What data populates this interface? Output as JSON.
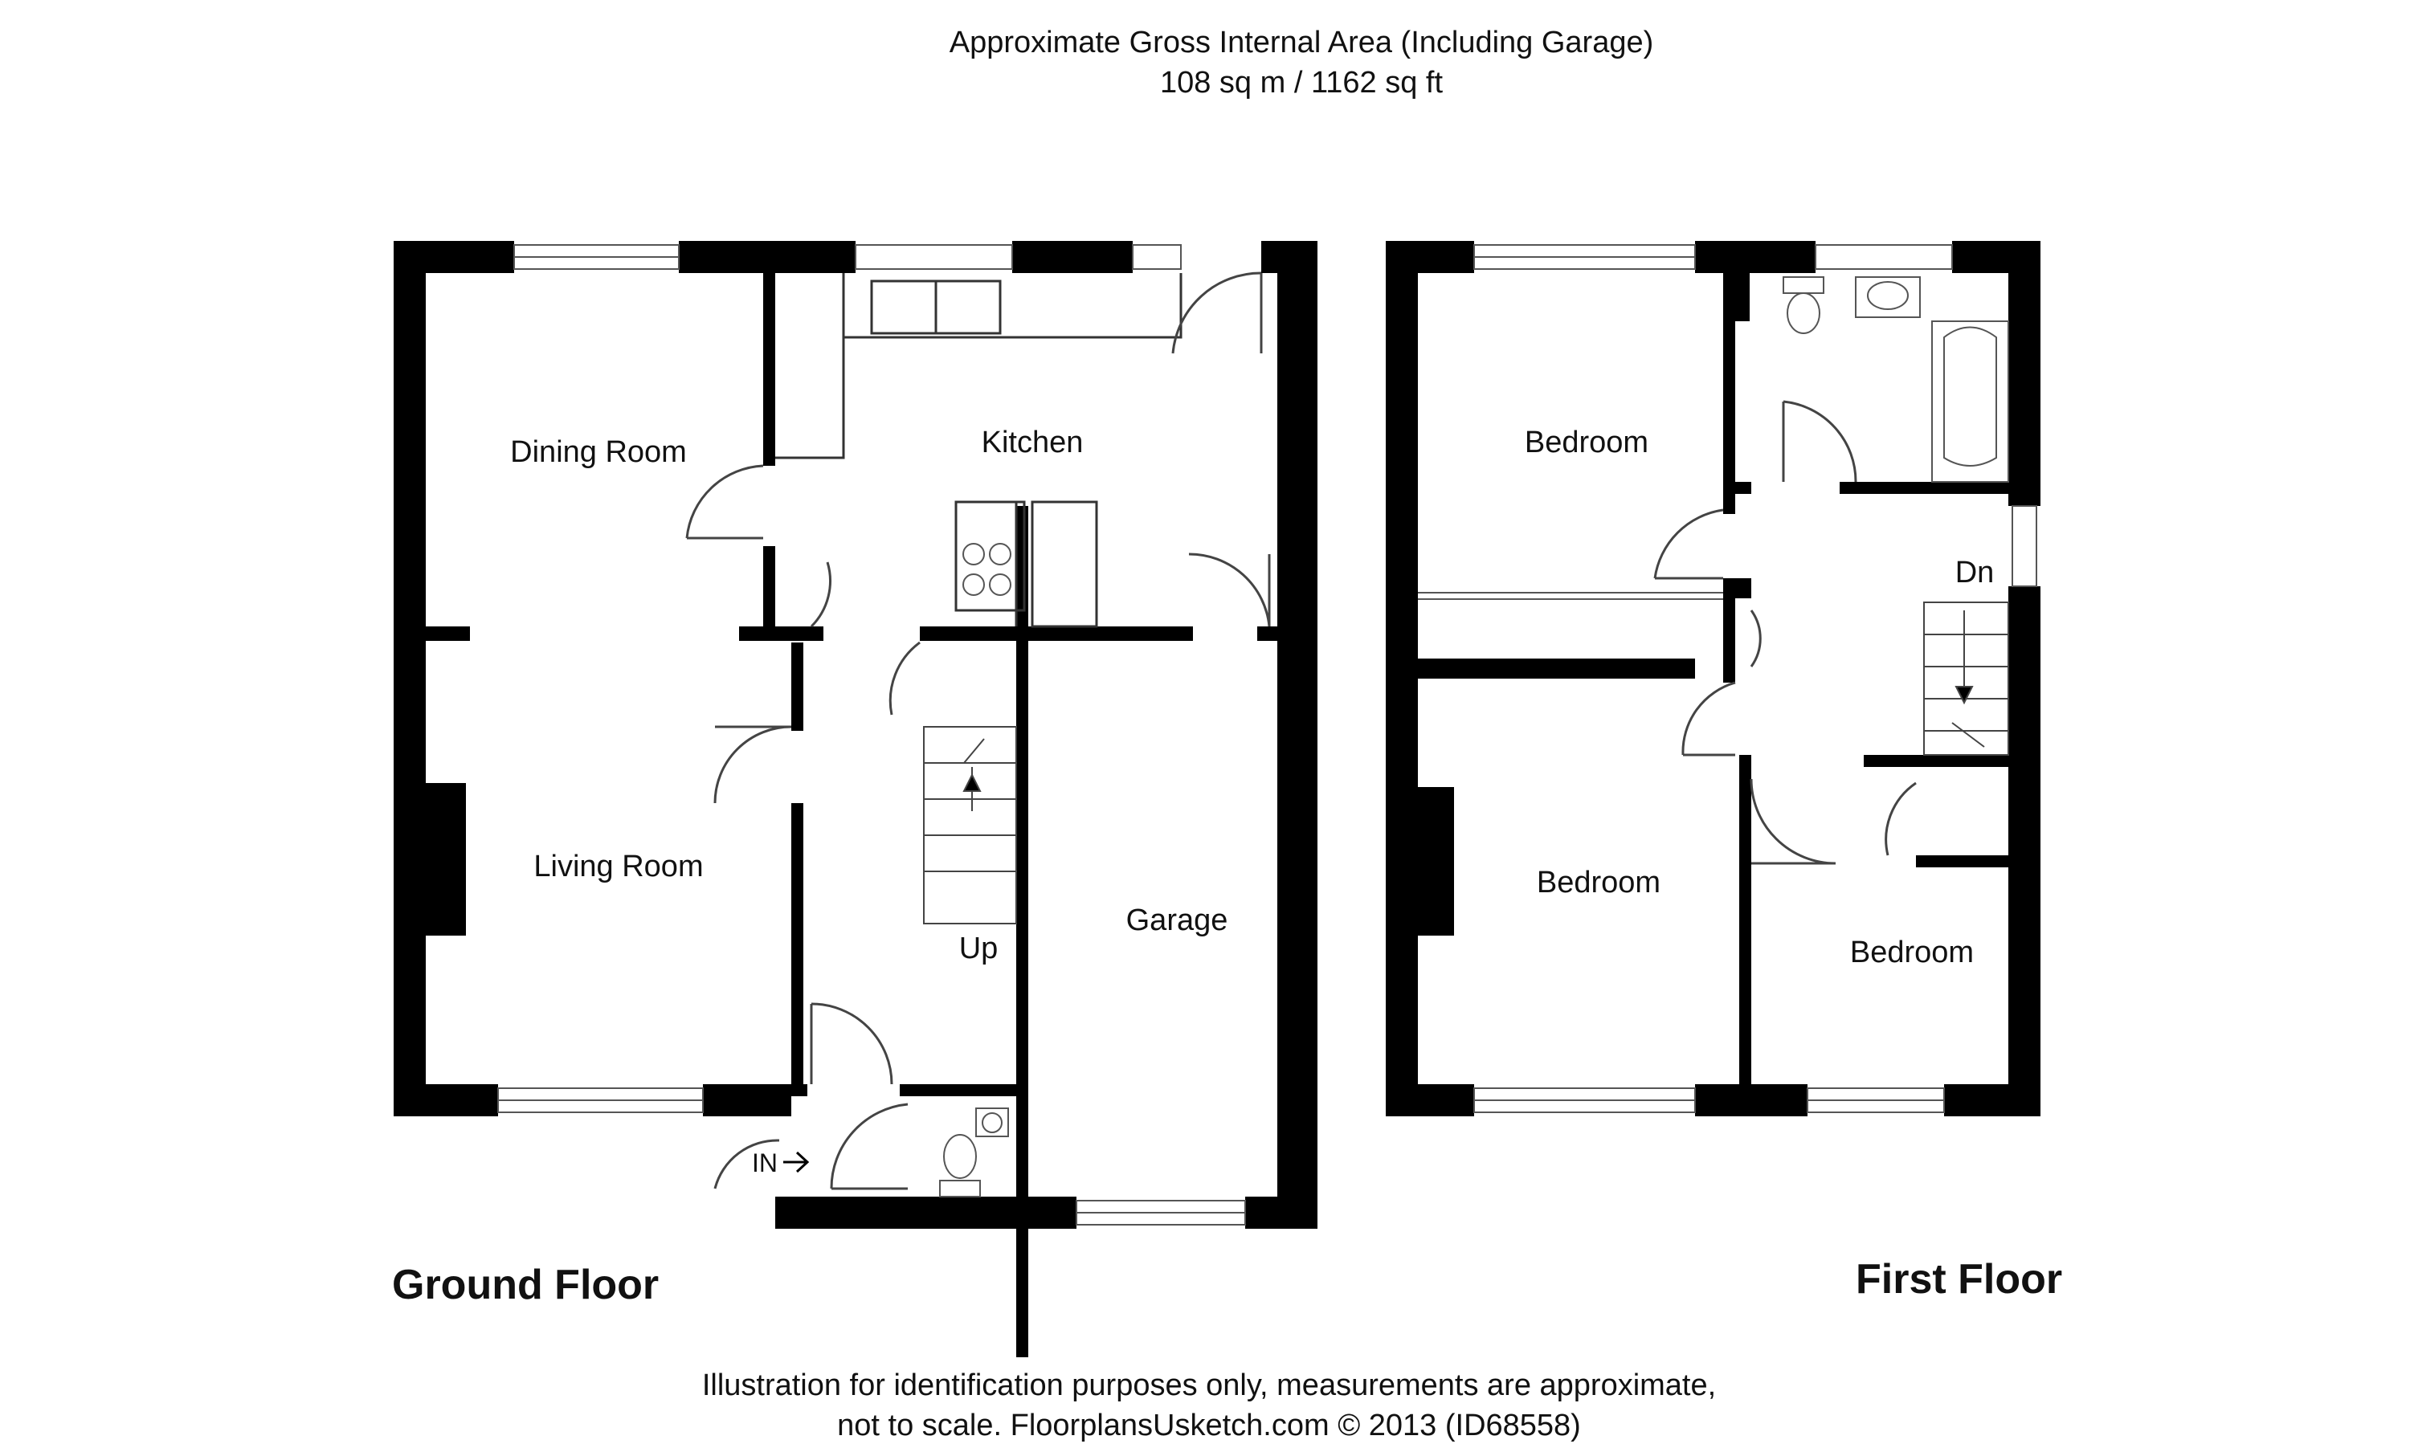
{
  "header": {
    "area_title": "Approximate Gross Internal Area (Including Garage)",
    "area_value": "108 sq m / 1162 sq ft"
  },
  "ground_floor": {
    "title": "Ground Floor",
    "rooms": {
      "dining": "Dining Room",
      "kitchen": "Kitchen",
      "living": "Living Room",
      "garage": "Garage"
    },
    "stairs_label": "Up",
    "entrance_label": "IN"
  },
  "first_floor": {
    "title": "First Floor",
    "rooms": {
      "bedroom_1": "Bedroom",
      "bedroom_2": "Bedroom",
      "bedroom_3": "Bedroom"
    },
    "stairs_label": "Dn"
  },
  "footer": {
    "line1": "Illustration for identification purposes only, measurements are approximate,",
    "line2": "not to scale. FloorplansUsketch.com © 2013 (ID68558)"
  },
  "colors": {
    "wall": "#000000",
    "fixture": "#666666",
    "background": "#ffffff"
  }
}
